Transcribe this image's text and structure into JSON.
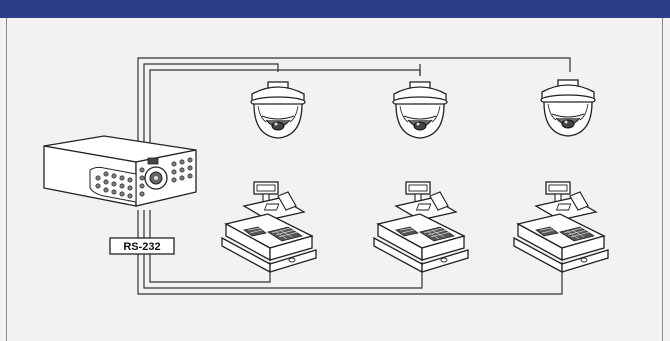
{
  "diagram": {
    "interface_label": "RS-232",
    "nodes": [
      {
        "id": "dvr",
        "icon": "dvr-recorder-icon"
      },
      {
        "id": "camera-1",
        "icon": "dome-camera-icon"
      },
      {
        "id": "camera-2",
        "icon": "dome-camera-icon"
      },
      {
        "id": "camera-3",
        "icon": "dome-camera-icon"
      },
      {
        "id": "register-1",
        "icon": "cash-register-icon"
      },
      {
        "id": "register-2",
        "icon": "cash-register-icon"
      },
      {
        "id": "register-3",
        "icon": "cash-register-icon"
      }
    ],
    "colors": {
      "header": "#2c3e86",
      "background": "#f2f2f3",
      "line": "#333333"
    }
  }
}
